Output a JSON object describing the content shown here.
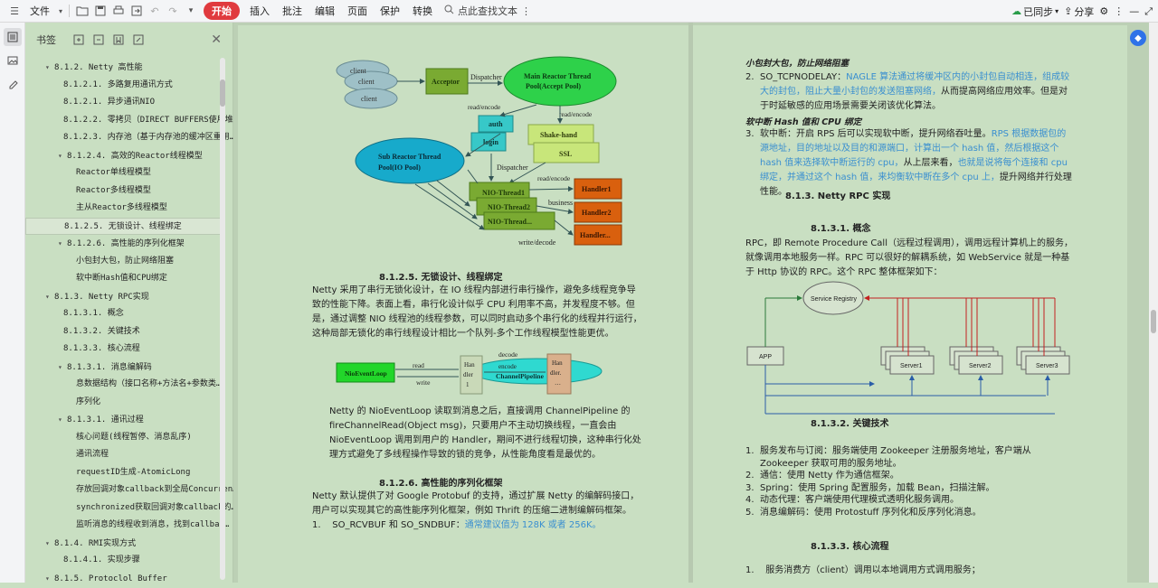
{
  "toolbar": {
    "file_menu": "文件",
    "start": "开始",
    "tabs": [
      "插入",
      "批注",
      "编辑",
      "页面",
      "保护",
      "转换"
    ],
    "search": "点此查找文本",
    "sync": "已同步",
    "share": "分享"
  },
  "panel": {
    "title": "书签"
  },
  "toc": [
    {
      "level": 1,
      "text": "8.1.2. Netty 高性能",
      "toggle": "▾"
    },
    {
      "level": 2,
      "text": "8.1.2.1. 多路复用通讯方式",
      "toggle": ""
    },
    {
      "level": 2,
      "text": "8.1.2.1. 异步通讯NIO",
      "toggle": ""
    },
    {
      "level": 2,
      "text": "8.1.2.2. 零拷贝（DIRECT BUFFERS使用堆外…",
      "toggle": ""
    },
    {
      "level": 2,
      "text": "8.1.2.3. 内存池（基于内存池的缓冲区重用…",
      "toggle": ""
    },
    {
      "level": 2,
      "text": "8.1.2.4. 高效的Reactor线程模型",
      "toggle": "▾"
    },
    {
      "level": 3,
      "text": "Reactor单线程模型",
      "toggle": ""
    },
    {
      "level": 3,
      "text": "Reactor多线程模型",
      "toggle": ""
    },
    {
      "level": 3,
      "text": "主从Reactor多线程模型",
      "toggle": ""
    },
    {
      "level": 2,
      "text": "8.1.2.5. 无锁设计、线程绑定",
      "toggle": "",
      "selected": true
    },
    {
      "level": 2,
      "text": "8.1.2.6. 高性能的序列化框架",
      "toggle": "▾"
    },
    {
      "level": 3,
      "text": "小包封大包，防止网络阻塞",
      "toggle": ""
    },
    {
      "level": 3,
      "text": "软中断Hash值和CPU绑定",
      "toggle": ""
    },
    {
      "level": 1,
      "text": "8.1.3. Netty RPC实现",
      "toggle": "▾"
    },
    {
      "level": 2,
      "text": "8.1.3.1. 概念",
      "toggle": ""
    },
    {
      "level": 2,
      "text": "8.1.3.2. 关键技术",
      "toggle": ""
    },
    {
      "level": 2,
      "text": "8.1.3.3. 核心流程",
      "toggle": ""
    },
    {
      "level": 2,
      "text": "8.1.3.1. 消息编解码",
      "toggle": "▾"
    },
    {
      "level": 3,
      "text": "息数据结构（接口名称+方法名+参数类…",
      "toggle": ""
    },
    {
      "level": 3,
      "text": "序列化",
      "toggle": ""
    },
    {
      "level": 2,
      "text": "8.1.3.1. 通讯过程",
      "toggle": "▾"
    },
    {
      "level": 3,
      "text": "核心问题(线程暂停、消息乱序)",
      "toggle": ""
    },
    {
      "level": 3,
      "text": "通讯流程",
      "toggle": ""
    },
    {
      "level": 3,
      "text": "requestID生成-AtomicLong",
      "toggle": ""
    },
    {
      "level": 3,
      "text": "存放回调对象callback到全局Concurren…",
      "toggle": ""
    },
    {
      "level": 3,
      "text": "synchronized获取回调对象callback的…",
      "toggle": ""
    },
    {
      "level": 3,
      "text": "监听消息的线程收到消息，找到callbac…",
      "toggle": ""
    },
    {
      "level": 1,
      "text": "8.1.4. RMI实现方式",
      "toggle": "▾"
    },
    {
      "level": 2,
      "text": "8.1.4.1.   实现步骤",
      "toggle": ""
    },
    {
      "level": 1,
      "text": "8.1.5. Protoclol Buffer",
      "toggle": "▾"
    }
  ],
  "left_page": {
    "diagram1": {
      "clients": [
        "client",
        "client",
        "client"
      ],
      "acceptor": "Acceptor",
      "dispatcher1": "Dispatcher",
      "main_reactor": [
        "Main Reactor Thread",
        "Pool(Accept Pool)"
      ],
      "read_encode1": "read/encode",
      "read_encode2": "read/encode",
      "auth": "auth",
      "login": "login",
      "shake_hand": "Shake-hand",
      "ssl": "SSL",
      "sub_reactor": [
        "Sub Reactor Thread",
        "Pool(IO Pool)"
      ],
      "dispatcher2": "Dispatcher",
      "read_encode3": "read/encode",
      "threads": [
        "NIO-Thread1",
        "NIO-Thread2",
        "NIO-Thread..."
      ],
      "handlers": [
        "Handler1",
        "Handler2",
        "Handler..."
      ],
      "business": "business",
      "write_decode": "write/decode"
    },
    "section_title": "8.1.2.5.    无锁设计、线程绑定",
    "para1": "Netty 采用了串行无锁化设计，在 IO 线程内部进行串行操作，避免多线程竞争导致的性能下降。表面上看，串行化设计似乎 CPU 利用率不高，并发程度不够。但是，通过调整 NIO 线程池的线程参数，可以同时启动多个串行化的线程并行运行，这种局部无锁化的串行线程设计相比一个队列-多个工作线程模型性能更优。",
    "diagram2": {
      "decode": "decode",
      "read": "read",
      "write": "write",
      "eventloop": "NioEventLoop",
      "handler_a": [
        "Han",
        "dler",
        "1"
      ],
      "encode": "encode",
      "pipeline": "ChannelPipeline",
      "handler_b": [
        "Han",
        "dler.",
        "…"
      ]
    },
    "para2": "Netty 的 NioEventLoop 读取到消息之后，直接调用 ChannelPipeline 的 fireChannelRead(Object msg)，只要用户不主动切换线程，一直会由 NioEventLoop 调用到用户的 Handler，期间不进行线程切换，这种串行化处理方式避免了多线程操作导致的锁的竞争，从性能角度看是最优的。",
    "section_title2": "8.1.2.6.    高性能的序列化框架",
    "para3": "Netty 默认提供了对 Google Protobuf 的支持，通过扩展 Netty 的编解码接口，用户可以实现其它的高性能序列化框架，例如 Thrift 的压缩二进制编解码框架。",
    "item1_num": "1.",
    "item1_text": "SO_RCVBUF 和 SO_SNDBUF：",
    "item1_link": "通常建议值为 128K 或者 256K。"
  },
  "right_page": {
    "subhead1": "小包封大包，防止网络阻塞",
    "item2_num": "2.",
    "item2_text": "SO_TCPNODELAY：",
    "item2_link": "NAGLE 算法通过将缓冲区内的小封包自动相连，组成较大的封包，阻止大量小封包的发送阻塞网络，",
    "item2_rest": "从而提高网络应用效率。但是对于时延敏感的应用场景需要关闭该优化算法。",
    "subhead2": "软中断 Hash 值和 CPU 绑定",
    "item3_num": "3.",
    "item3_text": "软中断：开启 RPS 后可以实现软中断，提升网络吞吐量。",
    "item3_link": "RPS 根据数据包的源地址，目的地址以及目的和源端口，计算出一个 hash 值，然后根据这个 hash 值来选择软中断运行的 cpu，",
    "item3_rest1": "从上层来看，",
    "item3_link2": "也就是说将每个连接和 cpu 绑定，并通过这个 hash 值，来均衡软中断在多个 cpu 上，",
    "item3_rest2": "提升网络并行处理性能。",
    "section_rpc": "8.1.3.  Netty RPC 实现",
    "section_concept": "8.1.3.1.      概念",
    "concept_para": "RPC，即 Remote Procedure Call（远程过程调用），调用远程计算机上的服务，就像调用本地服务一样。RPC 可以很好的解耦系统，如 WebService 就是一种基于 Http 协议的 RPC。这个 RPC 整体框架如下：",
    "diagram3": {
      "registry": "Service Registry",
      "app": "APP",
      "servers": [
        "Server1",
        "Server2",
        "Server3"
      ]
    },
    "section_key": "8.1.3.2.      关键技术",
    "key_items": [
      {
        "num": "1.",
        "text": "服务发布与订阅：服务端使用 Zookeeper 注册服务地址，客户端从 Zookeeper 获取可用的服务地址。"
      },
      {
        "num": "2.",
        "text": "通信：使用 Netty 作为通信框架。"
      },
      {
        "num": "3.",
        "text": "Spring：使用 Spring 配置服务，加载 Bean，扫描注解。"
      },
      {
        "num": "4.",
        "text": "动态代理：客户端使用代理模式透明化服务调用。"
      },
      {
        "num": "5.",
        "text": "消息编解码：使用 Protostuff 序列化和反序列化消息。"
      }
    ],
    "section_flow": "8.1.3.3.      核心流程",
    "flow_item": {
      "num": "1.",
      "text": "服务消费方（client）调用以本地调用方式调用服务；"
    }
  }
}
